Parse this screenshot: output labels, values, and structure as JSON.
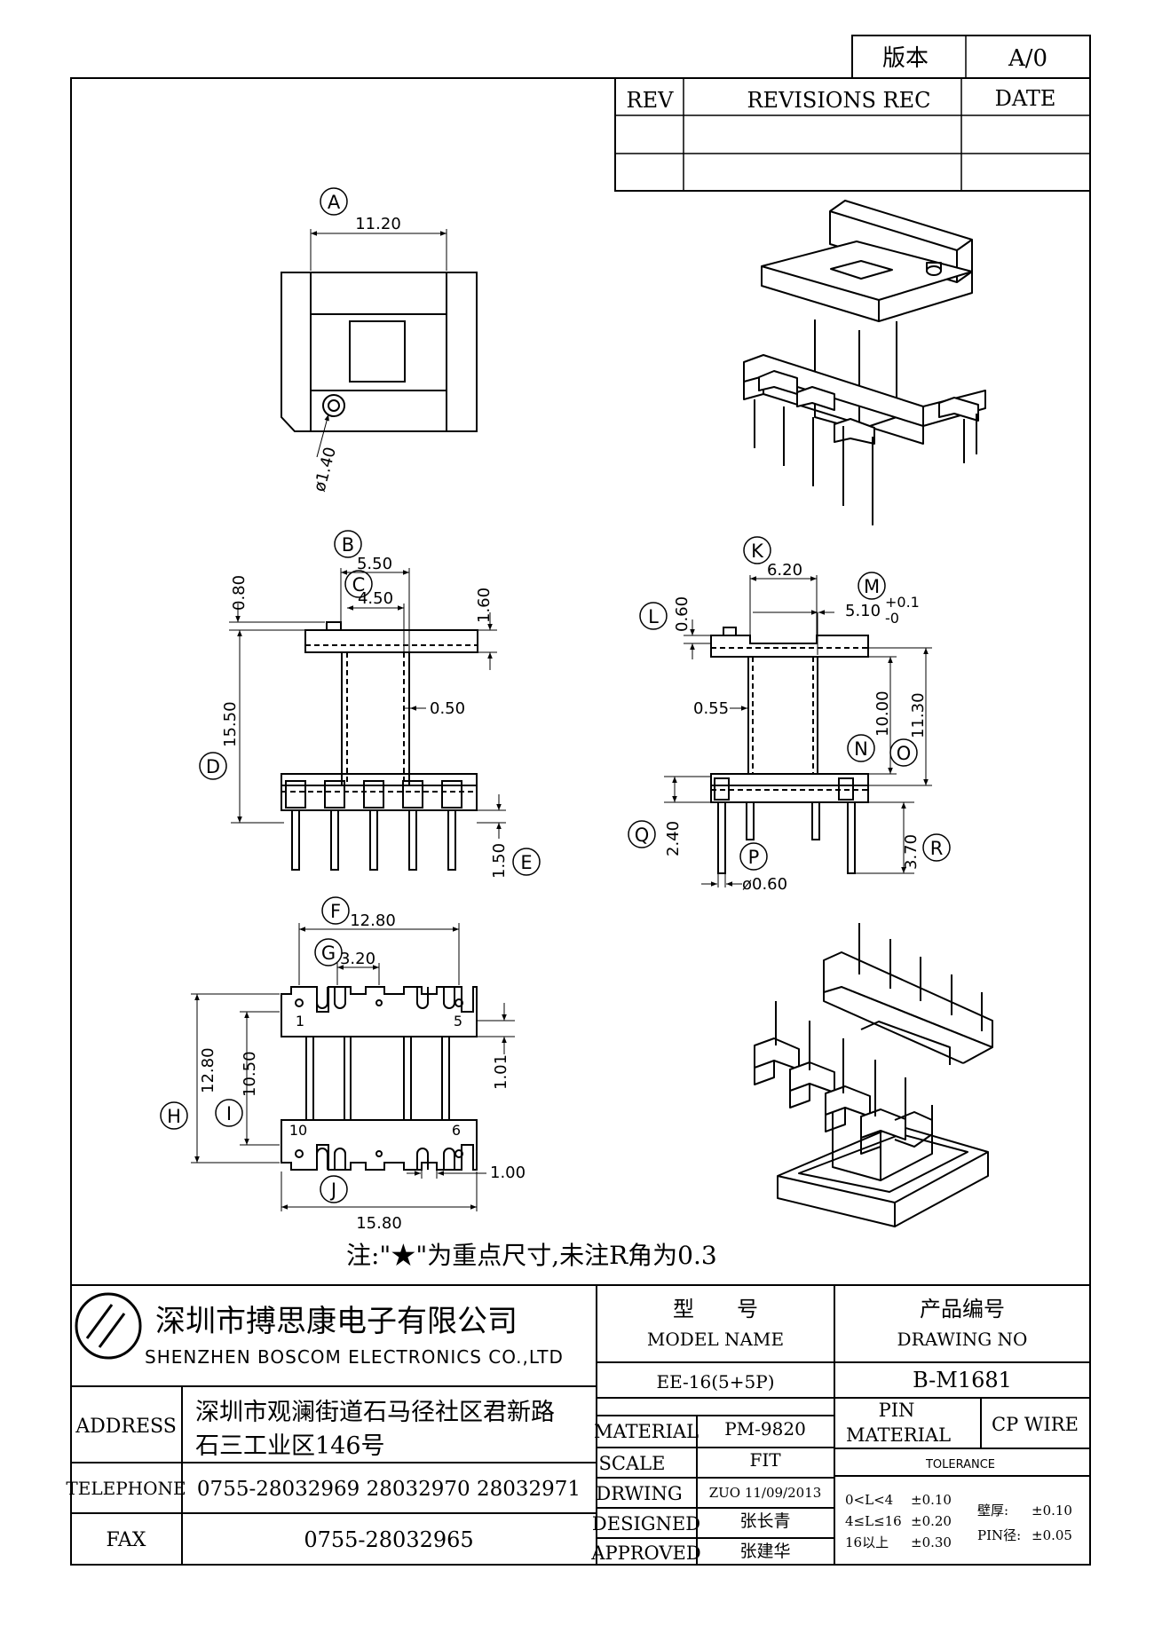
{
  "version_box": {
    "label": "版本",
    "value": "A/0"
  },
  "revisions": {
    "rev_header": "REV",
    "rec_header": "REVISIONS REC",
    "date_header": "DATE"
  },
  "dimensions": {
    "A": {
      "letter": "A",
      "value": "11.20"
    },
    "hole": {
      "value": "ø1.40"
    },
    "B": {
      "letter": "B",
      "value": "5.50"
    },
    "C": {
      "letter": "C",
      "value": "4.50"
    },
    "D": {
      "letter": "D",
      "value": "15.50"
    },
    "E": {
      "letter": "E",
      "value": "1.50"
    },
    "top_080": {
      "value": "0.80"
    },
    "top_160": {
      "value": "1.60"
    },
    "wall_050": {
      "value": "0.50"
    },
    "K": {
      "letter": "K",
      "value": "6.20"
    },
    "L": {
      "letter": "L",
      "value": "0.60"
    },
    "M": {
      "letter": "M",
      "value": "5.10",
      "tol_plus": "+0.1",
      "tol_minus": "-0"
    },
    "N": {
      "letter": "N",
      "value": "10.00"
    },
    "O": {
      "letter": "O",
      "value": "11.30"
    },
    "wall_055": {
      "value": "0.55"
    },
    "P": {
      "letter": "P",
      "value": "ø0.60"
    },
    "Q": {
      "letter": "Q",
      "value": "2.40"
    },
    "R": {
      "letter": "R",
      "value": "3.70"
    },
    "F": {
      "letter": "F",
      "value": "12.80"
    },
    "G": {
      "letter": "G",
      "value": "3.20"
    },
    "H": {
      "letter": "H",
      "value": "12.80"
    },
    "I": {
      "letter": "I",
      "value": "10.50"
    },
    "J": {
      "letter": "J",
      "value": "15.80"
    },
    "slot_101": {
      "value": "1.01"
    },
    "slot_100": {
      "value": "1.00"
    }
  },
  "pin_labels": {
    "p1": "1",
    "p5": "5",
    "p10": "10",
    "p6": "6"
  },
  "note": "注:\"★\"为重点尺寸,未注R角为0.3",
  "company": {
    "name_cn": "深圳市搏思康电子有限公司",
    "name_en": "SHENZHEN BOSCOM ELECTRONICS CO.,LTD"
  },
  "title_block": {
    "model_name_cn": "型　　号",
    "model_name_en": "MODEL NAME",
    "drawing_no_cn": "产品编号",
    "drawing_no_en": "DRAWING NO",
    "model_value": "EE-16(5+5P)",
    "drawing_value": "B-M1681",
    "address_label": "ADDRESS",
    "address_line1": "深圳市观澜街道石马径社区君新路",
    "address_line2": "石三工业区146号",
    "telephone_label": "TELEPHONE",
    "telephone_value": "0755-28032969 28032970 28032971",
    "fax_label": "FAX",
    "fax_value": "0755-28032965",
    "material_label": "MATERIAL",
    "material_value": "PM-9820",
    "scale_label": "SCALE",
    "scale_value": "FIT",
    "drwing_label": "DRWING",
    "drwing_value": "ZUO 11/09/2013",
    "designed_label": "DESIGNED",
    "designed_value": "张长青",
    "approved_label": "APPROVED",
    "approved_value": "张建华",
    "pin_material_label_1": "PIN",
    "pin_material_label_2": "MATERIAL",
    "pin_material_value": "CP WIRE",
    "tolerance_label": "TOLERANCE",
    "tol_rows": [
      {
        "range": "0<L<4",
        "value": "±0.10"
      },
      {
        "range": "4≤L≤16",
        "value": "±0.20"
      },
      {
        "range": "16以上",
        "value": "±0.30"
      }
    ],
    "wall_label": "壁厚:",
    "wall_value": "±0.10",
    "pin_dia_label": "PIN径:",
    "pin_dia_value": "±0.05"
  }
}
